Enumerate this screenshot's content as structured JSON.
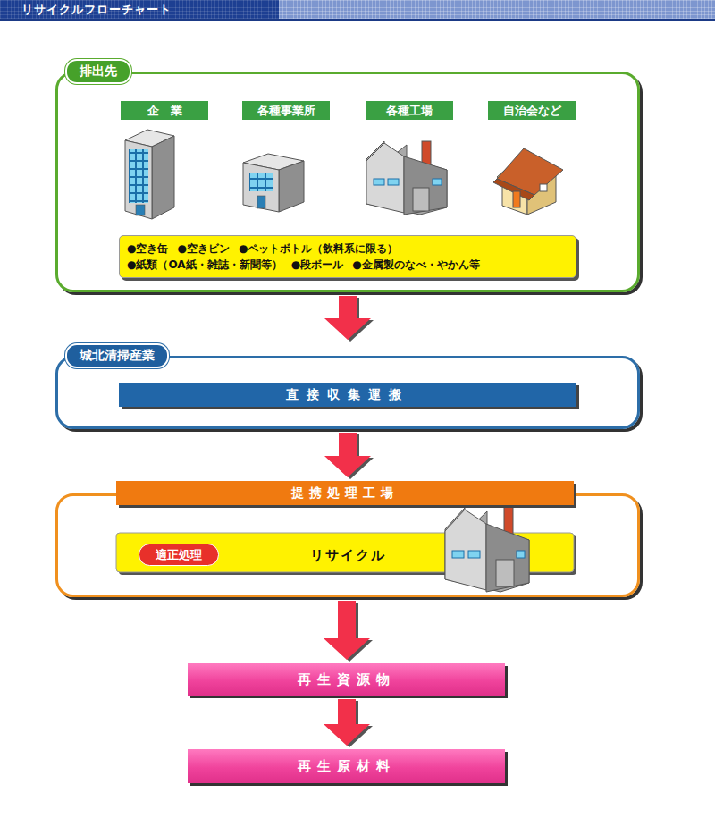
{
  "diagram": {
    "title": "リサイクルフローチャート",
    "nodes": [
      {
        "text": [
          "排出先"
        ]
      },
      {
        "text": [
          "企　業"
        ],
        "in": 0
      },
      {
        "text": [
          "各種事業所"
        ],
        "in": 0
      },
      {
        "text": [
          "各種工場"
        ],
        "in": 0
      },
      {
        "text": [
          "自治会など"
        ],
        "in": 0
      },
      {
        "text": [
          "●空き缶",
          "●空きビン",
          "●ペットボトル（飲料系に限る）",
          "●紙類（OA紙・雑誌・新聞等）",
          "●段ボール",
          "●金属製のなべ・やかん等"
        ],
        "in": 0
      },
      {
        "text": [
          "城北清掃産業"
        ]
      },
      {
        "text": [
          "直接収集運搬"
        ],
        "in": 6
      },
      {
        "text": [
          "提携処理工場"
        ]
      },
      {
        "text": [
          "リサイクル"
        ],
        "in": 8
      },
      {
        "text": [
          "適正処理"
        ],
        "in": 9
      },
      {
        "text": [
          "再生資源物"
        ]
      },
      {
        "text": [
          "再生原材料"
        ]
      }
    ],
    "edges": [
      {
        "from": 0,
        "to": 6,
        "arrow": "to"
      },
      {
        "from": 6,
        "to": 8,
        "arrow": "to"
      },
      {
        "from": 8,
        "to": 11,
        "arrow": "to"
      },
      {
        "from": 11,
        "to": 12,
        "arrow": "to"
      }
    ]
  }
}
